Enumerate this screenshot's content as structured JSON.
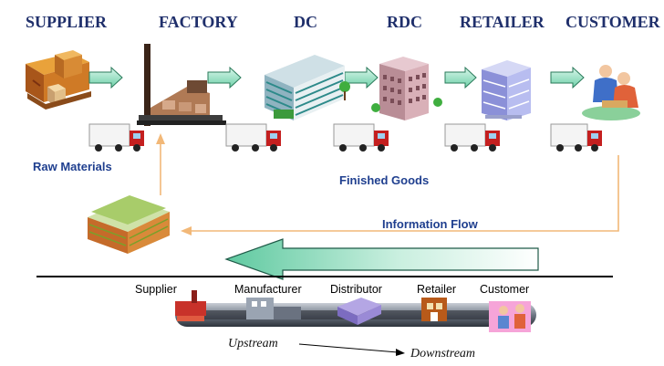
{
  "stages": [
    {
      "label": "SUPPLIER",
      "icon": "supplier-boxes-icon"
    },
    {
      "label": "FACTORY",
      "icon": "factory-chimney-icon"
    },
    {
      "label": "DC",
      "icon": "distribution-center-building-icon"
    },
    {
      "label": "RDC",
      "icon": "regional-dc-building-icon"
    },
    {
      "label": "RETAILER",
      "icon": "retailer-store-icon"
    },
    {
      "label": "CUSTOMER",
      "icon": "customer-couple-icon"
    }
  ],
  "labels": {
    "raw_materials": "Raw Materials",
    "finished_goods": "Finished Goods",
    "information_flow": "Information Flow"
  },
  "bottom_chain": {
    "items": [
      "Supplier",
      "Manufacturer",
      "Distributor",
      "Retailer",
      "Customer"
    ],
    "upstream": "Upstream",
    "downstream": "Downstream"
  },
  "colors": {
    "title": "#1f2f6b",
    "label": "#1f3f8f",
    "arrow_green": "#7fd6b0",
    "info_line": "#f2b878",
    "truck_red": "#c41f1f"
  }
}
